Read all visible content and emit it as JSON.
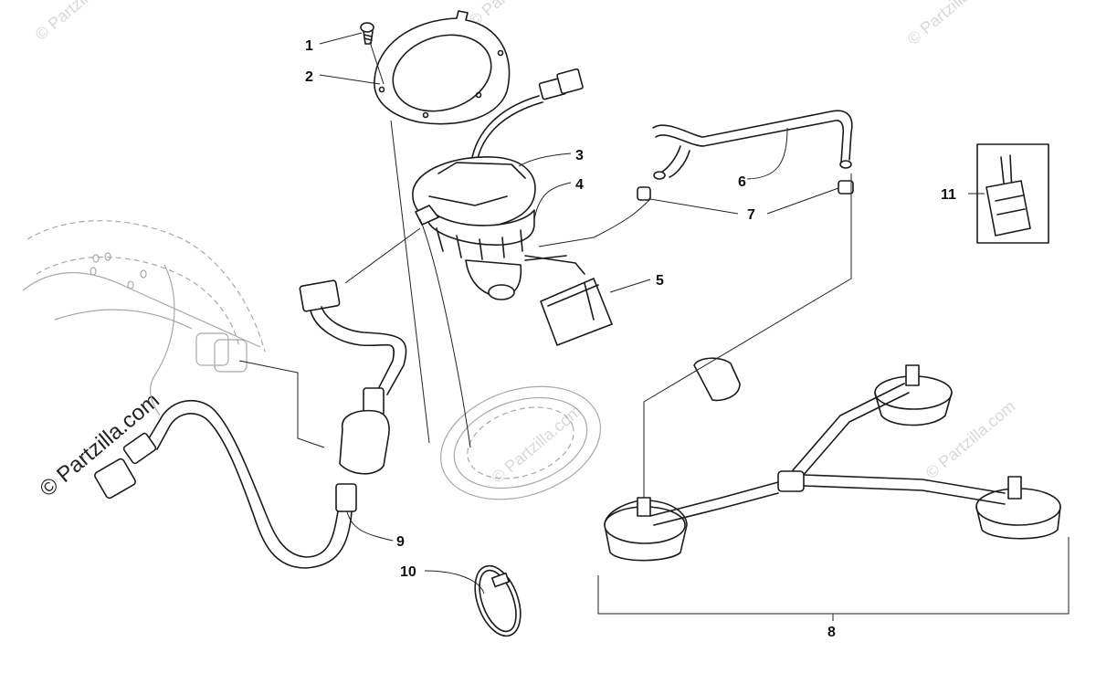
{
  "diagram": {
    "callouts": [
      "1",
      "2",
      "3",
      "4",
      "5",
      "6",
      "7",
      "8",
      "9",
      "10",
      "11"
    ]
  },
  "watermarks": {
    "main": "© Partzilla.com",
    "faint": "© Partzilla.com"
  }
}
